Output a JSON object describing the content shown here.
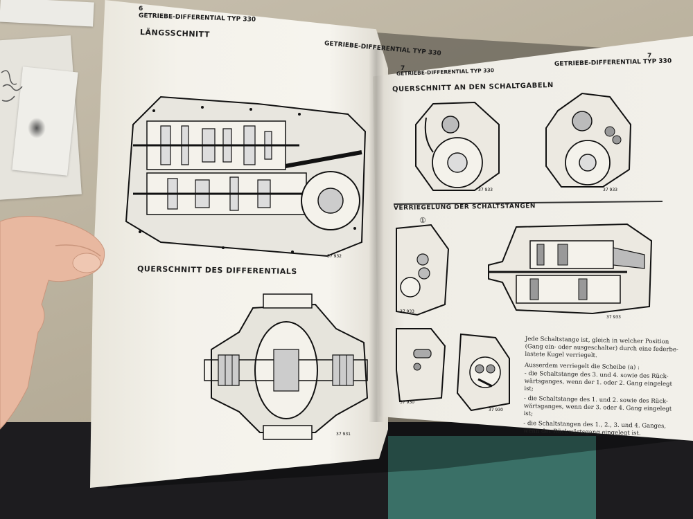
{
  "left_page": {
    "page_number": "6",
    "running_head": "GETRIEBE-DIFFERENTIAL  TYP  330",
    "section_1_title": "LÄNGSSCHNITT",
    "section_2_title": "QUERSCHNITT  DES  DIFFERENTIALS",
    "figure_1_number": "37 932",
    "figure_2_number": "37 931"
  },
  "right_page": {
    "page_number": "7",
    "running_head_left": "GETRIEBE-DIFFERENTIAL  TYP  330",
    "running_head_right": "GETRIEBE-DIFFERENTIAL  TYP  330",
    "section_1_title": "QUERSCHNITT AN DEN SCHALTGABELN",
    "section_2_title": "VERRIEGELUNG DER SCHALTSTANGEN",
    "callout_1": "①",
    "figure_numbers": [
      "37 933",
      "37 933",
      "37 933",
      "37 933",
      "37 930",
      "37 930"
    ],
    "text_lines": [
      "Jede Schaltstange ist, gleich in welcher Position",
      "(Gang ein- oder ausgeschalter) durch eine federbe-",
      "lastete Kugel verriegelt.",
      "Ausserdem verriegelt die Scheibe (a) :",
      "- die Schaltstange des 3. und 4. sowie des Rück-",
      "  wärtsganges, wenn der 1. oder 2. Gang eingelegt",
      "  ist;",
      "- die Schaltstange des 1. und 2. sowie des Rück-",
      "  wärtsganges, wenn der 3. oder 4. Gang eingelegt",
      "  ist;",
      "- die Schaltstangen des 1., 2., 3. und 4. Ganges,",
      "  wenn der Rückwärtsgang eingelegt ist."
    ]
  },
  "background_note": {
    "handwriting": "Ag …"
  }
}
